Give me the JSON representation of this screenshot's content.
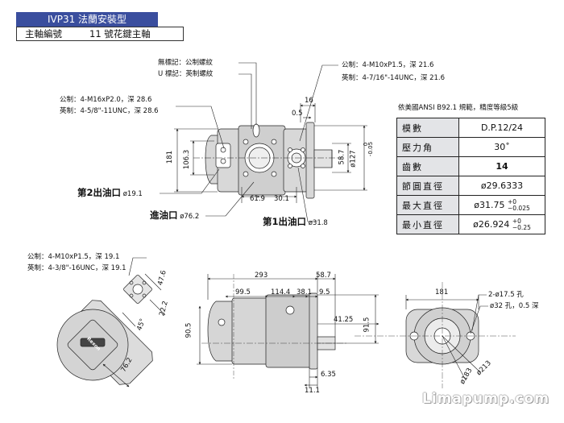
{
  "header": {
    "title": "IVP31 法蘭安裝型",
    "shaft_label": "主軸編號",
    "shaft_value": "11 號花鍵主軸"
  },
  "top_view": {
    "callout_unmarked": "無標記：公制螺紋",
    "callout_u": "U 標記：英制螺紋",
    "port_top_metric": "公制：4-M10xP1.5，深 21.6",
    "port_top_imperial": "英制：4-7/16\"-14UNC，深 21.6",
    "port_left_metric": "公制：4-M16xP2.0，深 28.6",
    "port_left_imperial": "英制：4-5/8\"-11UNC，深 28.6",
    "outlet2_label": "第2出油口",
    "outlet2_size": "ø19.1",
    "inlet_label": "進油口",
    "inlet_size": "ø76.2",
    "outlet1_label": "第1出油口",
    "outlet1_size": "ø31.8",
    "dim_16": "16",
    "dim_0_5": "0.5",
    "dim_181": "181",
    "dim_106_3": "106.3",
    "dim_58_7": "58.7",
    "dim_127": "ø127",
    "dim_127_tol_upper": "0",
    "dim_127_tol_lower": "-0.05",
    "dim_61_9": "61.9",
    "dim_30_1": "30.1"
  },
  "spec_table": {
    "caption": "依美國ANSI  B92.1 規範，精度等級5級",
    "rows": [
      {
        "label": "模數",
        "value": "D.P.12/24"
      },
      {
        "label": "壓力角",
        "value": "30˚"
      },
      {
        "label": "齒數",
        "value": "14"
      },
      {
        "label": "節圓直徑",
        "value": "ø29.6333"
      },
      {
        "label": "最大直徑",
        "value": "ø31.75",
        "tol_upper": "+0",
        "tol_lower": "−0.025"
      },
      {
        "label": "最小直徑",
        "value": "ø26.924",
        "tol_upper": "+0",
        "tol_lower": "−0.25"
      }
    ]
  },
  "bottom_left": {
    "metric": "公制：4-M10xP1.5，深 19.1",
    "imperial": "英制：4-3/8\"-16UNC，深 19.1",
    "dim_47_6": "47.6",
    "dim_22_2": "22.2",
    "dim_45": "45°",
    "dim_76_2": "76.2"
  },
  "bottom_middle": {
    "dim_293": "293",
    "dim_58_7": "58.7",
    "dim_99_5": "99.5",
    "dim_114_4": "114.4",
    "dim_38_1": "38.1",
    "dim_9_5": "9.5",
    "dim_41_25": "41.25",
    "dim_90_5": "90.5",
    "dim_91_5": "91.5",
    "dim_6_35": "6.35",
    "dim_11_1": "11.1"
  },
  "bottom_right": {
    "dim_181": "181",
    "holes": "2-ø17.5 孔",
    "counterbore": "ø32 孔，0.5 深",
    "dim_213": "ø213",
    "dim_183": "ø183"
  },
  "brand": {
    "plate_text": "Rexon",
    "watermark": "Limapump.com"
  }
}
